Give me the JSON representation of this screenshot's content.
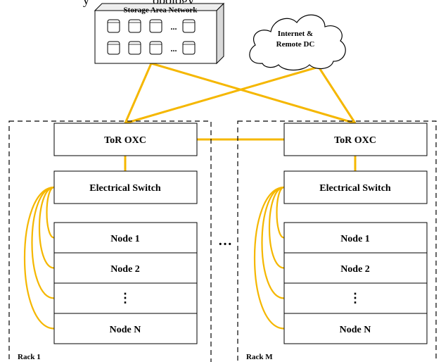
{
  "header": {
    "partial_title": "y                    opology"
  },
  "storage": {
    "title": "Storage Area Network",
    "ellipsis": "..."
  },
  "cloud": {
    "line1": "Internet &",
    "line2": "Remote DC"
  },
  "racks": [
    {
      "label": "Rack 1",
      "tor": "ToR OXC",
      "switch": "Electrical Switch",
      "nodes": [
        "Node 1",
        "Node 2",
        "⋮",
        "Node N"
      ]
    },
    {
      "label": "Rack M",
      "tor": "ToR OXC",
      "switch": "Electrical Switch",
      "nodes": [
        "Node 1",
        "Node 2",
        "⋮",
        "Node N"
      ]
    }
  ],
  "between_racks": "…",
  "colors": {
    "link": "#f5b700",
    "border": "#000000",
    "storage_side": "#d9d9d9",
    "storage_top": "#eeeeee"
  }
}
